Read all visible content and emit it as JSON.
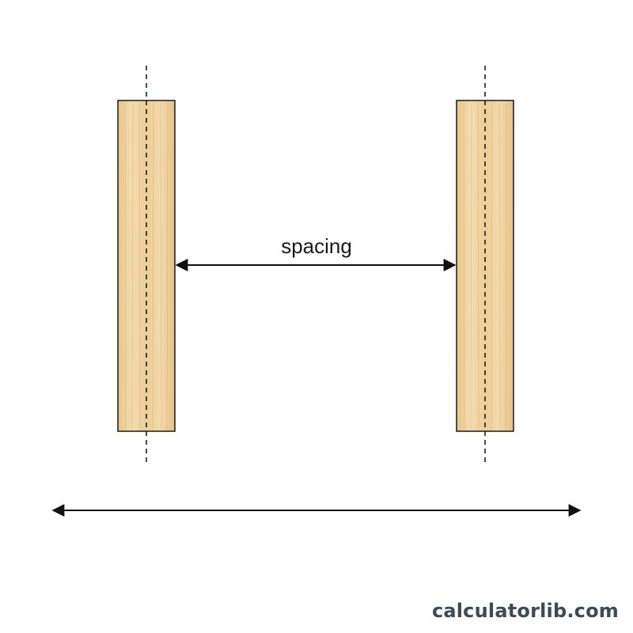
{
  "diagram": {
    "spacing_label": "spacing",
    "elements": [
      "left-stud",
      "right-stud",
      "left-centerline",
      "right-centerline",
      "spacing-arrow",
      "total-length-arrow"
    ]
  },
  "branding": {
    "text": "calculatorlib.com"
  },
  "colors": {
    "wood_light": "#f3d9ac",
    "wood_mid": "#e9c890",
    "wood_dark": "#dcb478",
    "outline": "#1a1a1a",
    "line": "#111111",
    "brand_text": "#3d4a57"
  }
}
